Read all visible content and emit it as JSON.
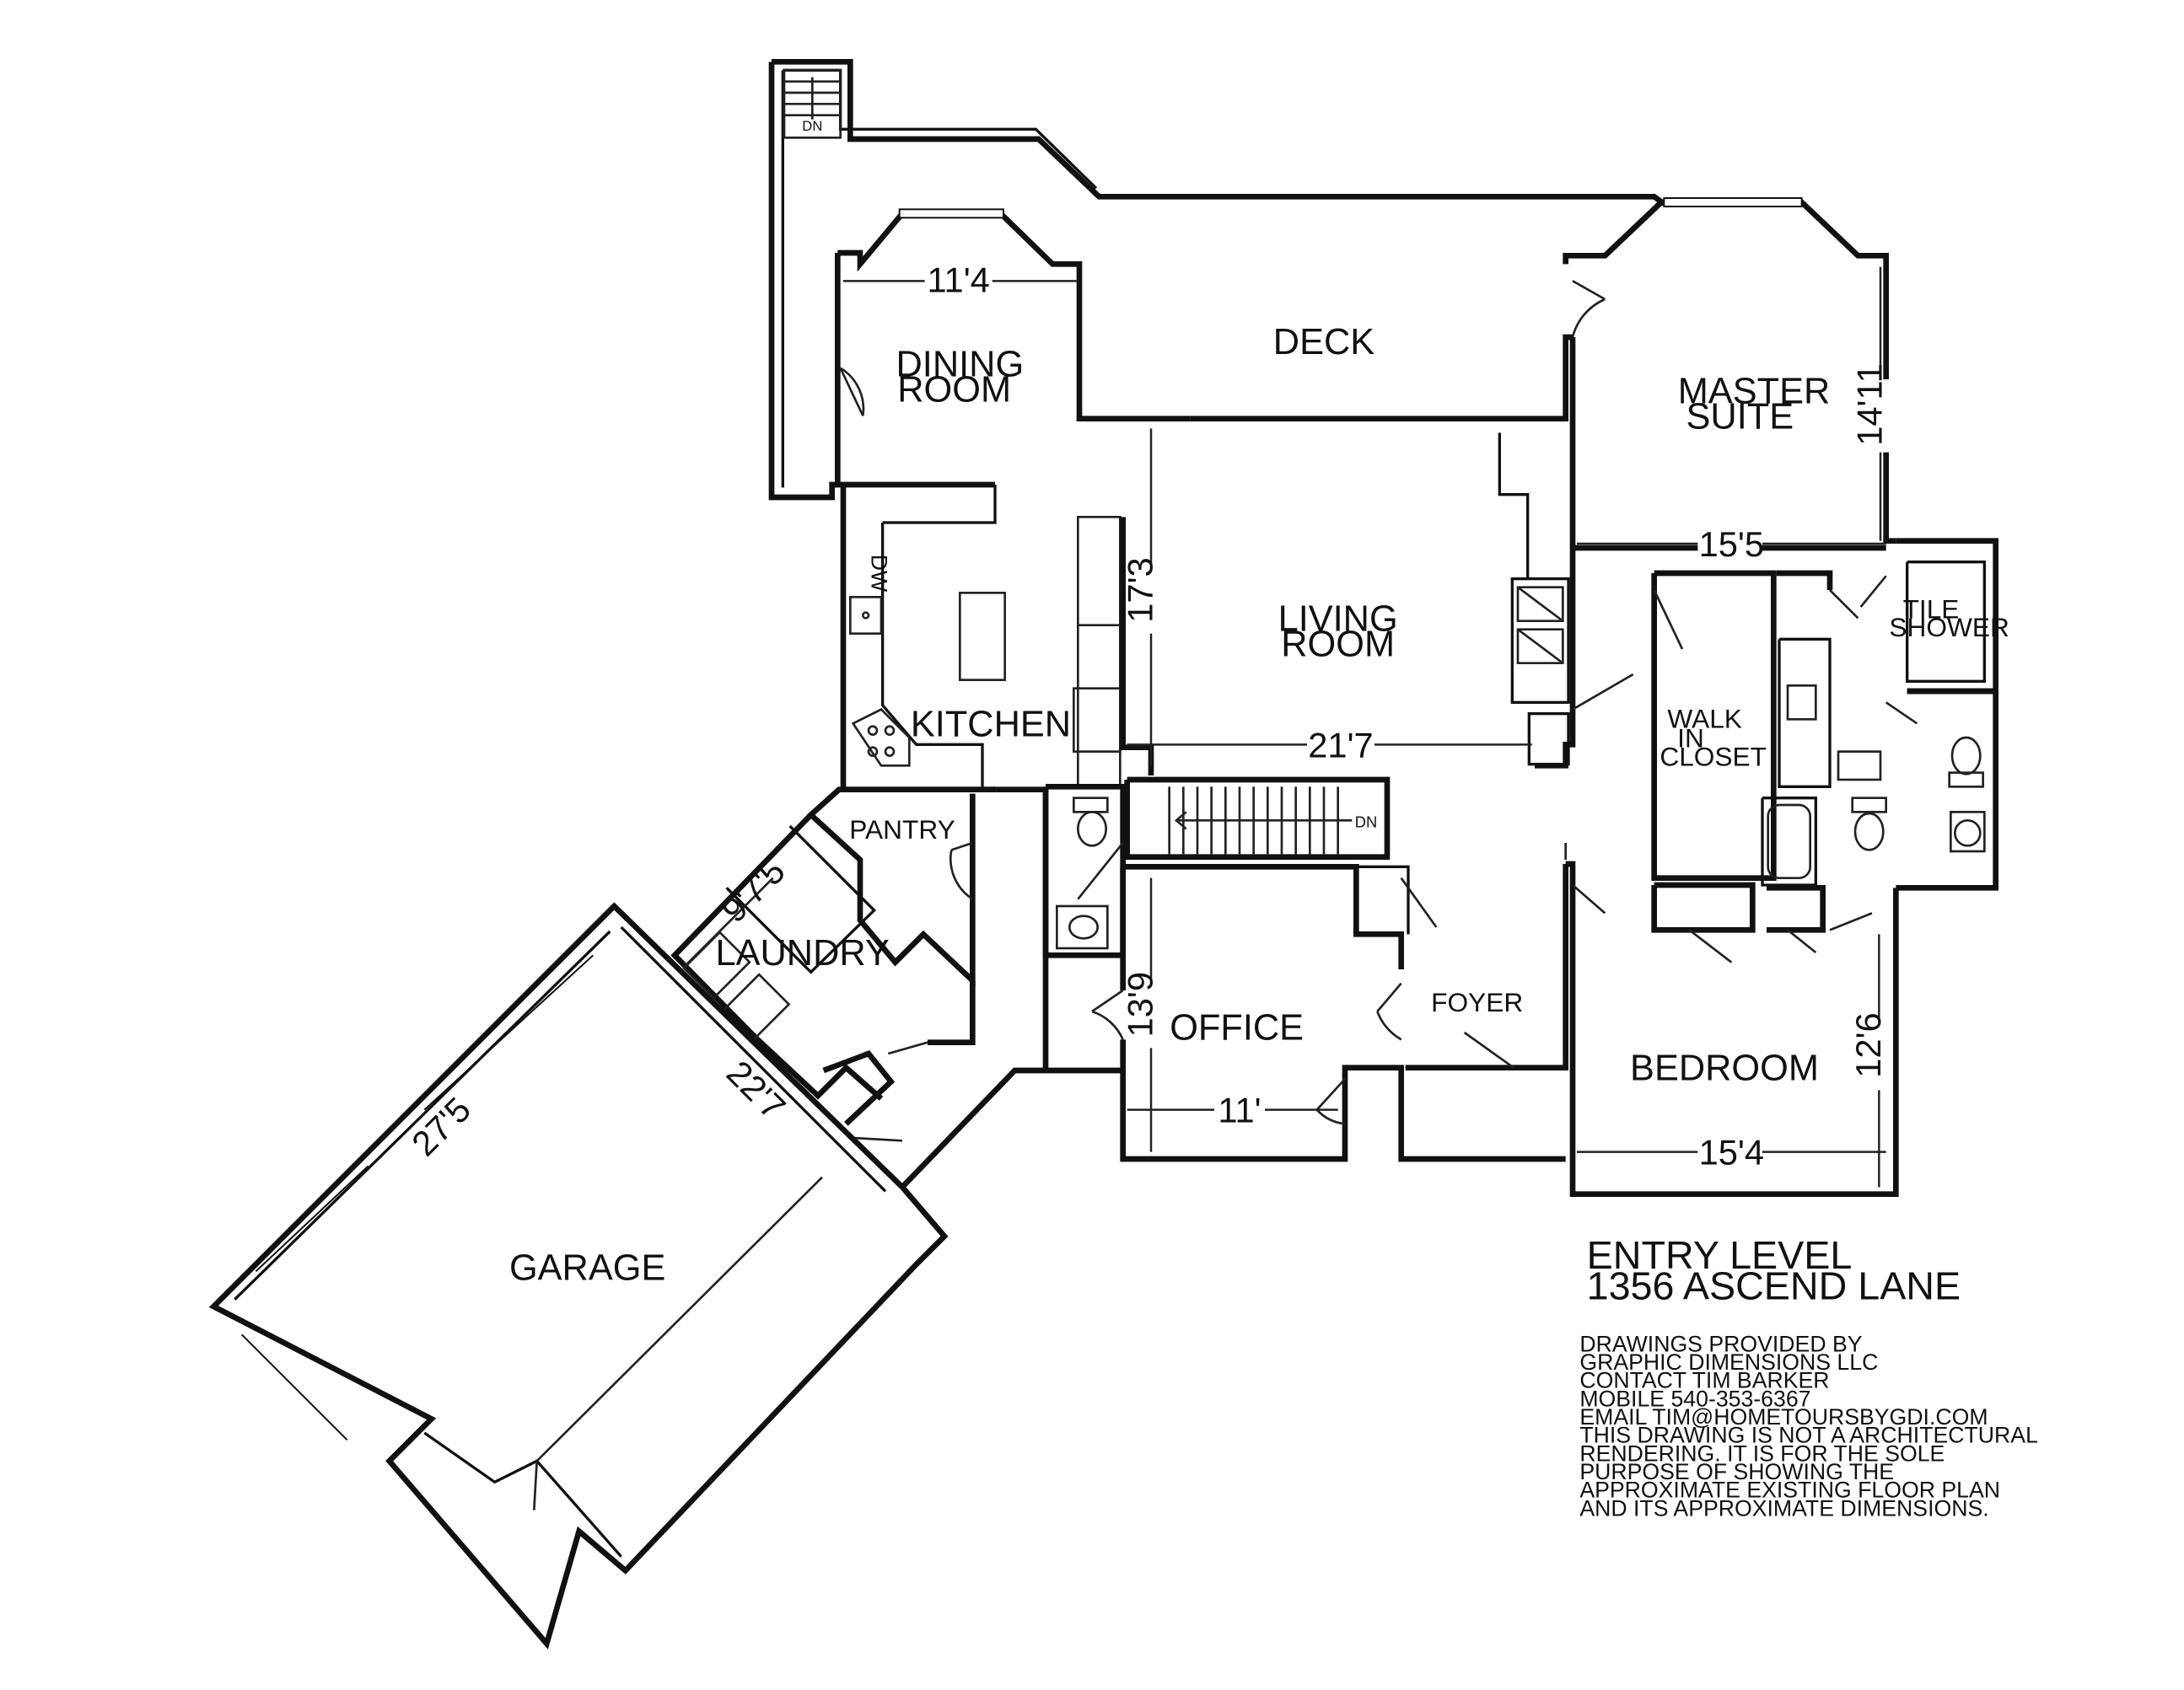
{
  "rooms": {
    "deck": "DECK",
    "dining_1": "DINING",
    "dining_2": "ROOM",
    "master_1": "MASTER",
    "master_2": "SUITE",
    "living_1": "LIVING",
    "living_2": "ROOM",
    "kitchen": "KITCHEN",
    "pantry": "PANTRY",
    "laundry": "LAUNDRY",
    "tile_1": "TILE",
    "tile_2": "SHOWER",
    "walkin_1": "WALK",
    "walkin_2": "IN",
    "walkin_3": "CLOSET",
    "office": "OFFICE",
    "foyer": "FOYER",
    "bedroom": "BEDROOM",
    "garage": "GARAGE",
    "dn_top": "DN",
    "dn_stairs": "DN",
    "dw": "DW"
  },
  "dimensions": {
    "dining_w": "11'4",
    "master_h": "14'11",
    "master_w": "15'5",
    "living_h": "17'3",
    "living_w": "21'7",
    "laundry": "9'7'5",
    "office_h": "13'9",
    "office_w": "11'",
    "bedroom_h": "12'6",
    "bedroom_w": "15'4",
    "garage_w": "27'5",
    "garage_d": "22'7"
  },
  "title": {
    "line1": "ENTRY LEVEL",
    "line2": "1356 ASCEND LANE"
  },
  "credits": [
    "DRAWINGS PROVIDED BY",
    "GRAPHIC DIMENSIONS LLC",
    "CONTACT TIM BARKER",
    "MOBILE  540-353-6367",
    "EMAIL TIM@HOMETOURSBYGDI.COM",
    "THIS DRAWING IS NOT A ARCHITECTURAL",
    "RENDERING.  IT IS FOR THE SOLE",
    "PURPOSE OF SHOWING THE",
    "APPROXIMATE EXISTING FLOOR PLAN",
    "AND ITS APPROXIMATE DIMENSIONS."
  ]
}
